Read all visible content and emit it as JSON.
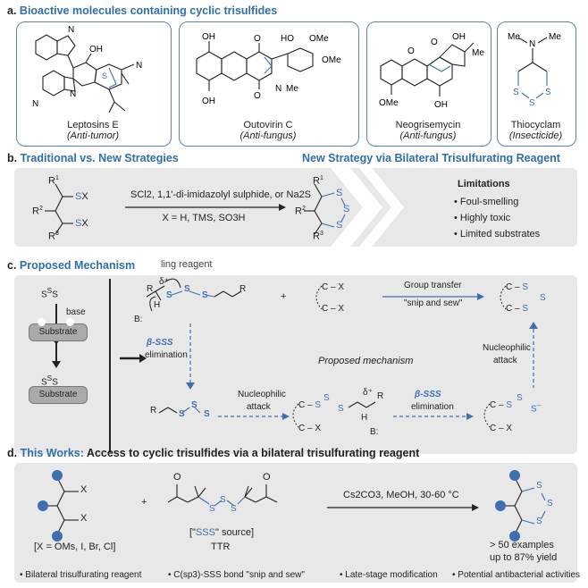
{
  "section_a": {
    "letter": "a.",
    "title": "Bioactive molecules containing cyclic trisulfides",
    "molecules": [
      {
        "name": "Leptosins E",
        "activity": "(Anti-tumor)"
      },
      {
        "name": "Outovirin C",
        "activity": "(Anti-fungus)"
      },
      {
        "name": "Neogrisemycin",
        "activity": "(Anti-fungus)"
      },
      {
        "name": "Thiocyclam",
        "activity": "(Insecticide)"
      }
    ],
    "atom_labels": [
      "OH",
      "OH",
      "N",
      "N",
      "N",
      "H",
      "HO",
      "OMe",
      "OMe",
      "O",
      "O",
      "N",
      "OH",
      "OH",
      "N",
      "Me",
      "Me",
      "O",
      "O",
      "OH",
      "OH",
      "OMe",
      "Me",
      "N",
      "S",
      "S",
      "S"
    ]
  },
  "section_b": {
    "letter": "b.",
    "title": "Traditional vs. New Strategies",
    "new_title": "New Strategy via Bilateral Trisulfurating Reagent",
    "reagents_line1": "SCl2, 1,1'-di-imidazolyl sulphide, or Na2S",
    "reagents_line2": "X = H, TMS, SO3H",
    "limitations_title": "Limitations",
    "limitations": [
      "• Foul-smelling",
      "• Highly toxic",
      "• Limited substrates"
    ],
    "labels": {
      "r1": "R",
      "r2": "R",
      "r3": "R",
      "sx": "SX",
      "s": "S",
      "sup1": "1",
      "sup2": "2",
      "sup3": "3"
    }
  },
  "section_c": {
    "letter": "c.",
    "title": "Proposed Mechanism",
    "fragment": "ling reagent",
    "base": "base",
    "substrate": "Substrate",
    "beta_sss": "β-SSS",
    "elimination": "elimination",
    "plus": "+",
    "group_transfer": "Group transfer",
    "snip_and_sew": "\"snip and sew\"",
    "proposed_mechanism": "Proposed mechanism",
    "nucleophilic": "Nucleophilic",
    "attack": "attack",
    "labels": {
      "R": "R",
      "S": "S",
      "X": "X",
      "C": "C",
      "H": "H",
      "B": "B:",
      "delta": "δ⁺"
    }
  },
  "section_d": {
    "letter": "d.",
    "title_lead": "This Works:",
    "title_rest": "Access to cyclic trisulfides via a bilateral trisulfurating reagent",
    "x_def": "[X = OMs, I, Br, Cl]",
    "plus": "+",
    "sss_source_a": "[\"",
    "sss_source_b": "SSS",
    "sss_source_c": "\" source]",
    "ttr": "TTR",
    "conditions": "Cs2CO3, MeOH, 30-60 °C",
    "examples": "> 50 examples",
    "yield": "up to 87% yield",
    "bullets": [
      "• Bilateral trisulfurating reagent",
      "• C(sp3)-SSS bond \"snip and sew\"",
      "• Late-stage modification",
      "• Potential antibacterial activities"
    ],
    "labels": {
      "X": "X",
      "S": "S",
      "O": "O"
    }
  },
  "colors": {
    "accent": "#2f6fa8",
    "sulfur": "#3f6fb0",
    "panel": "#e8e8e8",
    "box_border": "#5b84ad",
    "node": "#3f6fb0"
  }
}
